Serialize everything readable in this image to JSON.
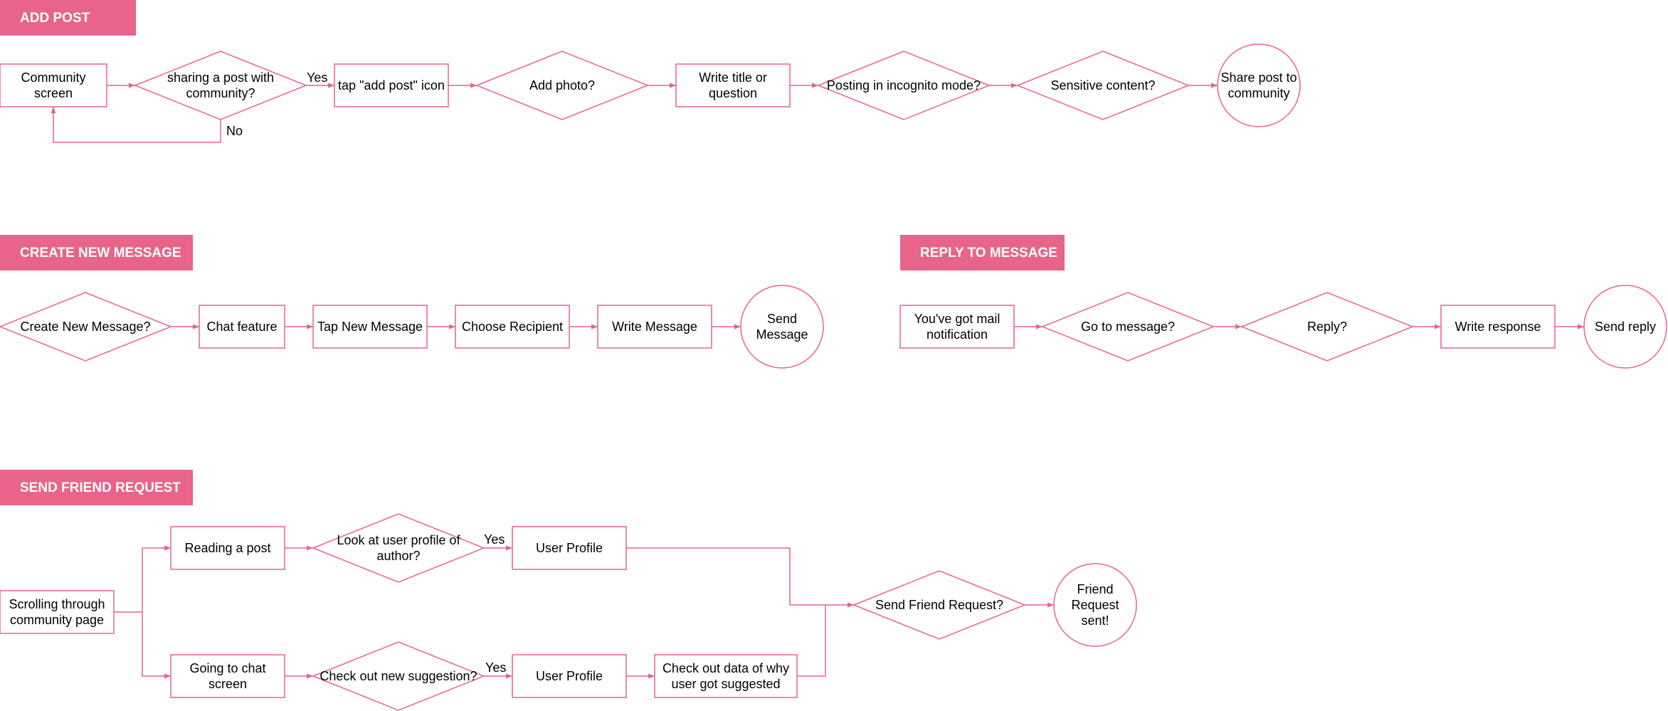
{
  "accent_color": "#E8648A",
  "sections": {
    "add_post": "ADD POST",
    "create_new_message": "CREATE NEW MESSAGE",
    "reply_to_message": "REPLY TO MESSAGE",
    "send_friend_request": "SEND FRIEND REQUEST"
  },
  "nodes": {
    "community_screen": [
      "Community",
      "screen"
    ],
    "sharing_post": [
      "sharing a post with",
      "community?"
    ],
    "tap_add_post": [
      "tap \"add post\" icon"
    ],
    "add_photo": [
      "Add photo?"
    ],
    "write_title": [
      "Write title or",
      "question"
    ],
    "incognito": [
      "Posting in incognito mode?"
    ],
    "sensitive": [
      "Sensitive content?"
    ],
    "share_post": [
      "Share post to",
      "community"
    ],
    "create_new_message": [
      "Create New Message?"
    ],
    "chat_feature": [
      "Chat feature"
    ],
    "tap_new_message": [
      "Tap New Message"
    ],
    "choose_recipient": [
      "Choose Recipient"
    ],
    "write_message": [
      "Write Message"
    ],
    "send_message": [
      "Send",
      "Message"
    ],
    "mail_notification": [
      "You've got mail",
      "notification"
    ],
    "go_to_message": [
      "Go to message?"
    ],
    "reply": [
      "Reply?"
    ],
    "write_response": [
      "Write response"
    ],
    "send_reply": [
      "Send reply"
    ],
    "scrolling": [
      "Scrolling through",
      "community page"
    ],
    "reading_post": [
      "Reading a post"
    ],
    "look_profile": [
      "Look at user profile of",
      "author?"
    ],
    "user_profile_1": [
      "User Profile"
    ],
    "going_chat": [
      "Going to chat",
      "screen"
    ],
    "check_suggestion": [
      "Check out new suggestion?"
    ],
    "user_profile_2": [
      "User Profile"
    ],
    "check_data": [
      "Check out data of why",
      "user got suggested"
    ],
    "send_friend_request": [
      "Send Friend Request?"
    ],
    "friend_request_sent": [
      "Friend",
      "Request",
      "sent!"
    ]
  },
  "edge_labels": {
    "yes": "Yes",
    "no": "No"
  }
}
